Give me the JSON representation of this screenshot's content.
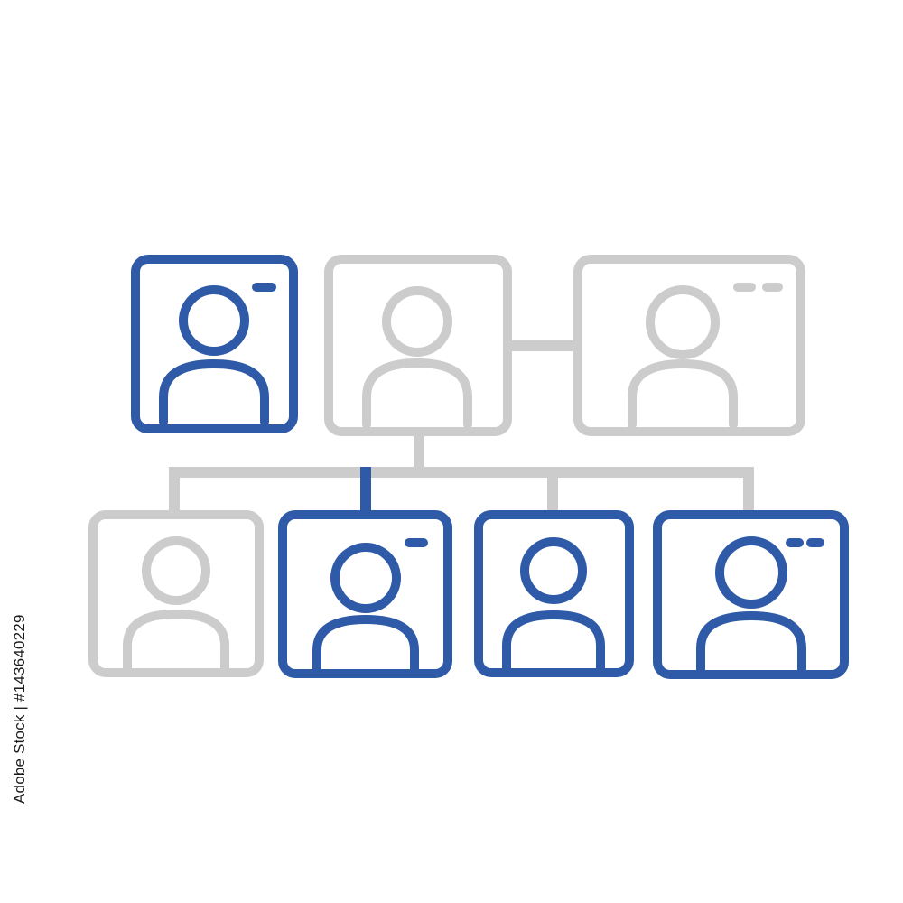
{
  "colors": {
    "active": "#2f5aa8",
    "inactive": "#cccccc",
    "background": "#ffffff"
  },
  "icon": "person-icon",
  "nodes": [
    {
      "id": "top-left-card",
      "tier": "top",
      "state": "active",
      "header_dots": 1
    },
    {
      "id": "top-center-card",
      "tier": "top",
      "state": "inactive",
      "header_dots": 0
    },
    {
      "id": "top-right-card",
      "tier": "top",
      "state": "inactive",
      "header_dots": 2
    },
    {
      "id": "bottom-card-1",
      "tier": "bottom",
      "state": "inactive",
      "header_dots": 0
    },
    {
      "id": "bottom-card-2",
      "tier": "bottom",
      "state": "active",
      "header_dots": 1
    },
    {
      "id": "bottom-card-3",
      "tier": "bottom",
      "state": "active",
      "header_dots": 0
    },
    {
      "id": "bottom-card-4",
      "tier": "bottom",
      "state": "active",
      "header_dots": 2
    }
  ],
  "watermark_id": "Adobe Stock | #143640229"
}
